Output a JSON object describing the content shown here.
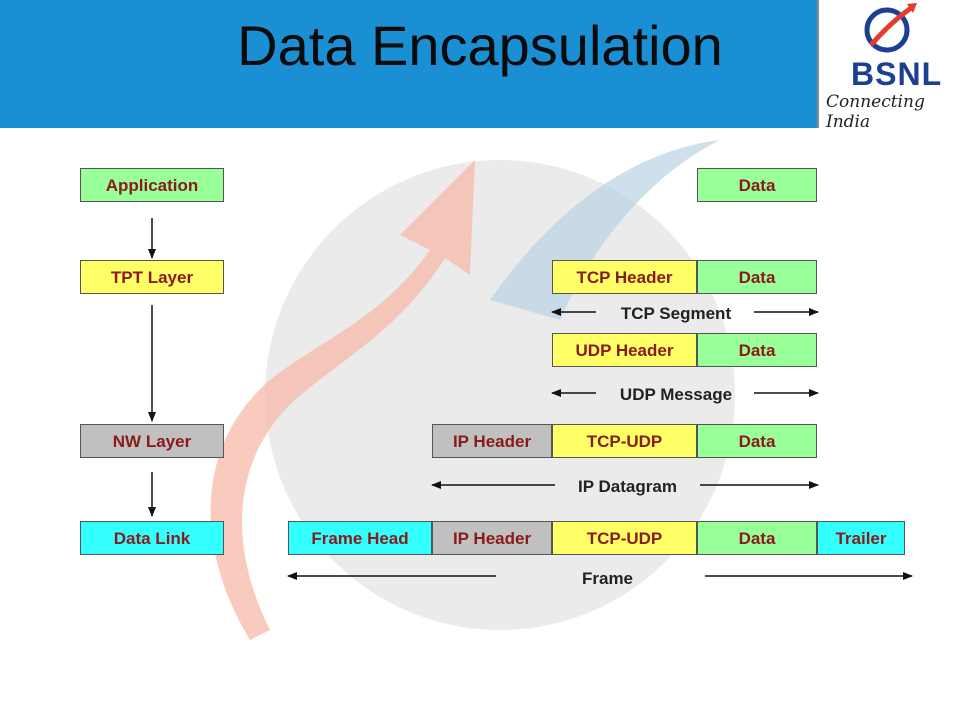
{
  "title": "Data Encapsulation",
  "logo": {
    "brand": "BSNL",
    "tagline": "Connecting India"
  },
  "layers": {
    "application": "Application",
    "tpt": "TPT Layer",
    "nw": "NW Layer",
    "datalink": "Data Link"
  },
  "rows": {
    "app_data": "Data",
    "tcp_header": "TCP Header",
    "tcp_data": "Data",
    "tcp_segment": "TCP Segment",
    "udp_header": "UDP Header",
    "udp_data": "Data",
    "udp_message": "UDP Message",
    "ip_header": "IP Header",
    "ip_tcpudp": "TCP-UDP",
    "ip_data": "Data",
    "ip_datagram": "IP Datagram",
    "frame_head": "Frame Head",
    "frame_ip_header": "IP Header",
    "frame_tcpudp": "TCP-UDP",
    "frame_data": "Data",
    "frame_trailer": "Trailer",
    "frame": "Frame"
  },
  "colors": {
    "header_blue": "#1a8fd3",
    "yellow": "#ffff66",
    "green": "#99ff99",
    "gray": "#c0c0c0",
    "cyan": "#33ffff",
    "box_text": "#8b1a1a"
  }
}
